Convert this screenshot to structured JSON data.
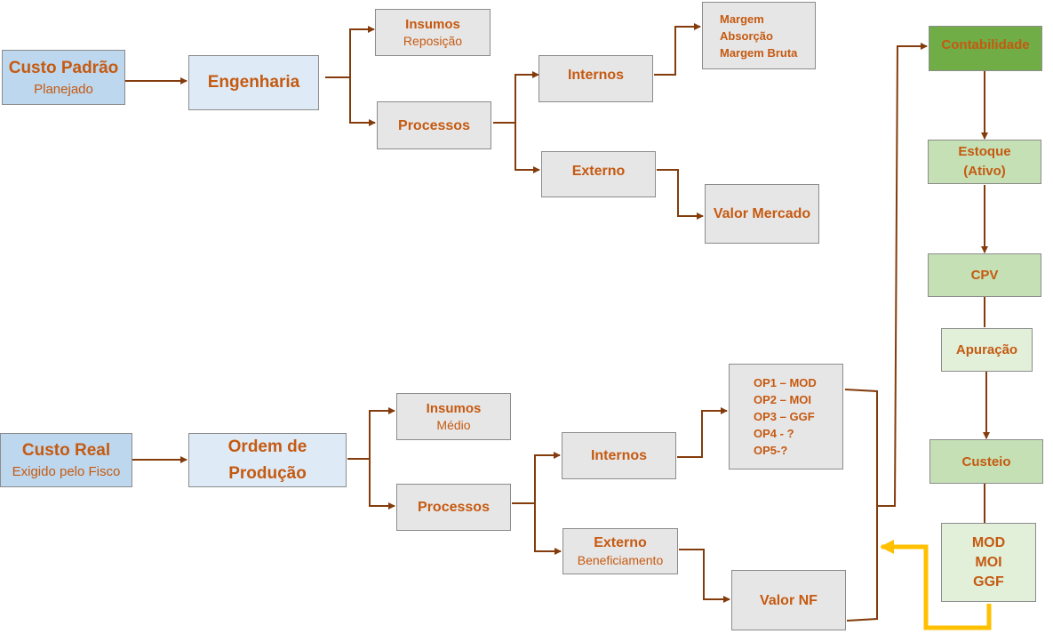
{
  "top": {
    "custo_padrao": {
      "title": "Custo Padrão",
      "subtitle": "Planejado"
    },
    "engenharia": "Engenharia",
    "insumos": {
      "title": "Insumos",
      "subtitle": "Reposição"
    },
    "processos": "Processos",
    "internos": "Internos",
    "externo": "Externo",
    "margem": [
      "Margem",
      "Absorção",
      "Margem Bruta"
    ],
    "valor_mercado": "Valor Mercado"
  },
  "bottom": {
    "custo_real": {
      "title": "Custo Real",
      "subtitle": "Exigido pelo Fisco"
    },
    "ordem": [
      "Ordem de",
      "Produção"
    ],
    "insumos": {
      "title": "Insumos",
      "subtitle": "Médio"
    },
    "processos": "Processos",
    "internos": "Internos",
    "externo": {
      "title": "Externo",
      "subtitle": "Beneficiamento"
    },
    "ops": [
      "OP1 – MOD",
      "OP2 – MOI",
      "OP3 – GGF",
      "OP4 - ?",
      "OP5-?"
    ],
    "valor_nf": "Valor NF"
  },
  "right": {
    "contabilidade": "Contabilidade",
    "estoque": [
      "Estoque",
      "(Ativo)"
    ],
    "cpv": "CPV",
    "apuracao": "Apuração",
    "custeio": "Custeio",
    "mod_moi_ggf": [
      "MOD",
      "MOI",
      "GGF"
    ]
  },
  "colors": {
    "connector": "#843c0c",
    "feedback_arrow": "#ffc000",
    "text": "#c55a11"
  }
}
